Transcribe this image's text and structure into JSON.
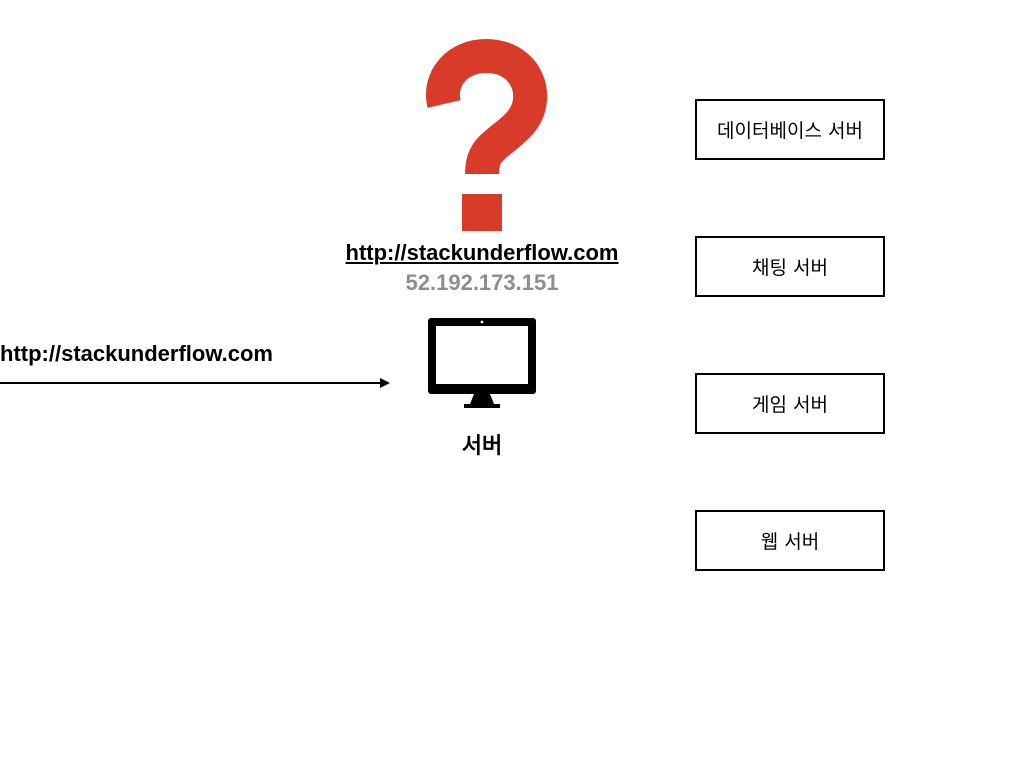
{
  "slide": {
    "domain_url": "http://stackunderflow.com",
    "ip_address": "52.192.173.151",
    "request_label": "http://stackunderflow.com",
    "server_label": "서버",
    "server_boxes": [
      {
        "label": "데이터베이스 서버"
      },
      {
        "label": "채팅 서버"
      },
      {
        "label": "게임 서버"
      },
      {
        "label": "웹 서버"
      }
    ]
  },
  "icons": {
    "question": "question-mark-icon",
    "monitor": "monitor-icon",
    "arrow": "arrow-right-icon"
  },
  "colors": {
    "question_mark": "#d93b2b",
    "ip_text": "#8e8e8e",
    "text": "#000000",
    "background": "#ffffff"
  }
}
